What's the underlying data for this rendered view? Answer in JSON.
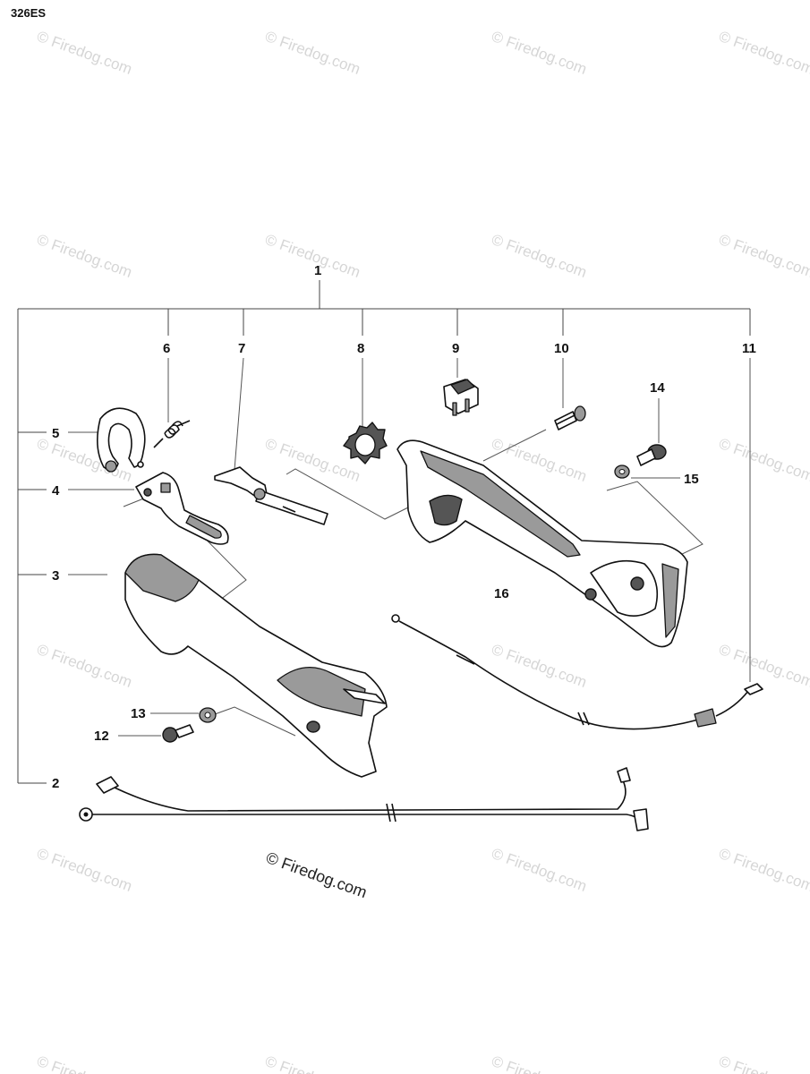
{
  "model": "326ES",
  "watermark_text": "© Firedog.com",
  "callouts": [
    "1",
    "2",
    "3",
    "4",
    "5",
    "6",
    "7",
    "8",
    "9",
    "10",
    "11",
    "12",
    "13",
    "14",
    "15",
    "16"
  ],
  "icons": [
    "tree-diagram",
    "exploded-parts"
  ]
}
